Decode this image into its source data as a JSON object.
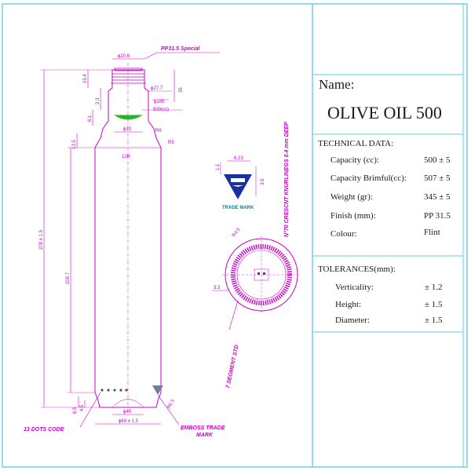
{
  "title_block": {
    "name_label": "Name:",
    "product_name": "OLIVE OIL 500",
    "technical_heading": "TECHNICAL DATA:",
    "specs": [
      {
        "label": "Capacity (cc):",
        "value": "500 ± 5"
      },
      {
        "label": "Capacity Brimful(cc):",
        "value": "507 ± 5"
      },
      {
        "label": "Weight (gr):",
        "value": "345 ± 5"
      },
      {
        "label": "Finish (mm):",
        "value": "PP 31.5"
      },
      {
        "label": "Colour:",
        "value": "Flint"
      }
    ],
    "tolerances_heading": "TOLERANCES(mm):",
    "tolerances": [
      {
        "label": "Verticality:",
        "value": "± 1.2"
      },
      {
        "label": "Height:",
        "value": "± 1.5"
      },
      {
        "label": "Diameter:",
        "value": "± 1.5"
      }
    ]
  },
  "drawing": {
    "finish_callout": "PP31.5 Special",
    "dimensions": {
      "neck_dia": "ϕ20.6",
      "neck_h1": "15.4",
      "neck_h2": "2.3",
      "neck_h3": "6.1",
      "bead_dia": "ϕ27.7",
      "bead_h": "35",
      "fill_dia": "ϕ185",
      "fill_level": "500(cc)",
      "shoulder_dia": "ϕ33",
      "shoulder_r1": "R6",
      "shoulder_r2": "R5",
      "shoulder_h": "13.5",
      "total_height": "278 ± 1.5",
      "body_height": "209.7",
      "body_r": "12R",
      "base_h1": "6.5",
      "base_h2": "4.5",
      "base_inner": "ϕ40",
      "base_outer": "ϕ60 ± 1.5",
      "base_r": "R5.5",
      "logo_w": "6.23",
      "logo_h1": "1.1",
      "logo_h2": "3.5",
      "ring_r": "R4.5",
      "ring_s": "3.3"
    },
    "trade_mark": "TRADE MARK",
    "knurling_note": "N°70 CRESCNT KNURLINEGS 0.4 mm DEEP",
    "segment_note": "7 SEGMENT STD",
    "dots_note": "13 DOTS CODE",
    "emboss_note": "EMBOSS TRADE MARK"
  },
  "colors": {
    "line": "#cc00cc",
    "accent": "#008a8a",
    "logo": "#1b2f9e",
    "liquid": "#22b822",
    "frame": "#66ccdd"
  }
}
